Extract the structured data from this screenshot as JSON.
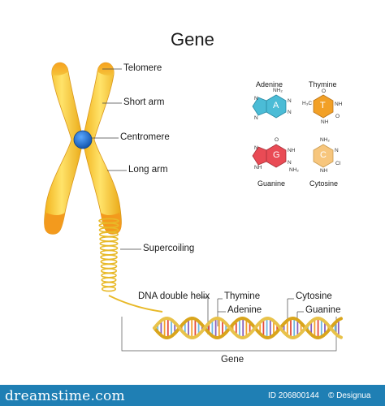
{
  "title": "Gene",
  "labels": {
    "telomere": "Telomere",
    "short_arm": "Short arm",
    "centromere": "Centromere",
    "long_arm": "Long arm",
    "supercoiling": "Supercoiling",
    "dna_double_helix": "DNA double helix",
    "thymine": "Thymine",
    "adenine": "Adenine",
    "cytosine": "Cytosine",
    "guanine": "Guanine",
    "gene": "Gene"
  },
  "bases": {
    "adenine": {
      "name": "Adenine",
      "letter": "A",
      "color": "#4bbcd6",
      "atoms": [
        "NH₂",
        "N",
        "N",
        "N",
        "N"
      ]
    },
    "thymine": {
      "name": "Thymine",
      "letter": "T",
      "color": "#f2a026",
      "atoms": [
        "H₃C",
        "O",
        "NH",
        "NH",
        "O"
      ]
    },
    "guanine": {
      "name": "Guanine",
      "letter": "G",
      "color": "#e94b55",
      "atoms": [
        "O",
        "N",
        "NH",
        "N",
        "NH",
        "NH₂"
      ]
    },
    "cytosine": {
      "name": "Cytosine",
      "letter": "C",
      "color": "#f7c67d",
      "atoms": [
        "NH₂",
        "N",
        "NH",
        "Cl"
      ]
    }
  },
  "colors": {
    "chromosome": "#f5c518",
    "chromosome_tip": "#f39a1d",
    "centromere": "#1d70c9",
    "coil": "#e8b928",
    "strand_a": "#d9a51c",
    "strand_b": "#e8c24a",
    "rung_red": "#e24a3b",
    "rung_blue": "#6fb7df",
    "rung_purple": "#8a5fb8",
    "rung_orange": "#f3a02b",
    "footer": "#1f7fb4"
  },
  "footer": {
    "brand": "dreamstime.com",
    "id": "ID 206800144",
    "author": "© Designua"
  }
}
